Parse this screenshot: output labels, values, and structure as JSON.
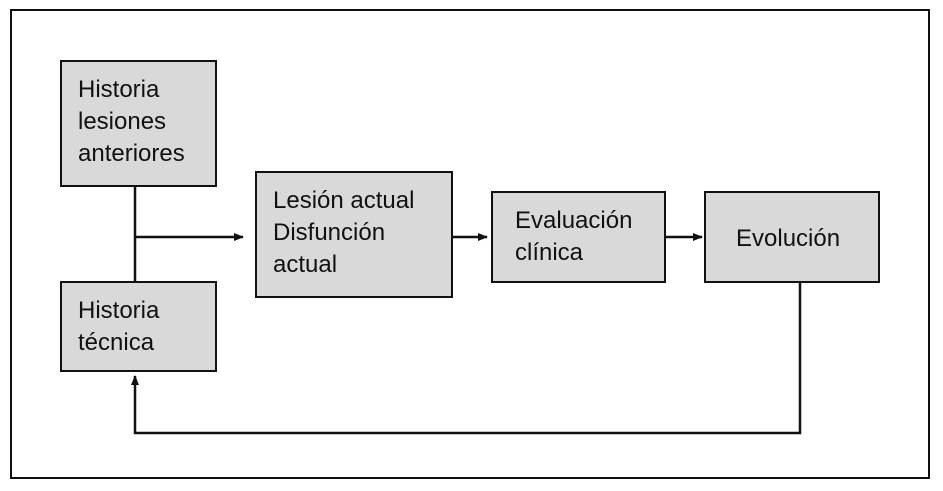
{
  "diagram": {
    "nodes": {
      "historia_lesiones": "Historia\nlesiones\nanteriores",
      "historia_tecnica": "Historia\ntécnica",
      "lesion_actual": "Lesión actual\nDisfunción\nactual",
      "evaluacion_clinica": "Evaluación\nclínica",
      "evolucion": "Evolución"
    },
    "colors": {
      "box_fill": "#d9d9d9",
      "stroke": "#111111"
    }
  }
}
